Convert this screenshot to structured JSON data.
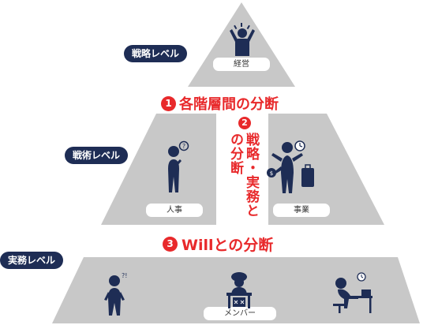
{
  "levels": {
    "strategy": "戦略レベル",
    "tactics": "戦術レベル",
    "operations": "実務レベル"
  },
  "boxes": {
    "management": "経営",
    "hr": "人事",
    "business": "事業",
    "member": "メンバー"
  },
  "divides": {
    "first_number": "1",
    "first_text": "各階層間の分断",
    "second_number": "2",
    "second_text": "戦略・実務との分断",
    "third_number": "3",
    "third_text": "Willとの分断"
  },
  "colors": {
    "tier": "#c8c8c8",
    "navy": "#1e2d55",
    "red": "#e8292b",
    "figure": "#1e2d55"
  },
  "icons": [
    "stressed-person-icon",
    "thinking-person-icon",
    "busy-multitasking-person-icon",
    "confused-person-icon",
    "overworked-desk-person-icon",
    "sleeping-person-icon"
  ]
}
